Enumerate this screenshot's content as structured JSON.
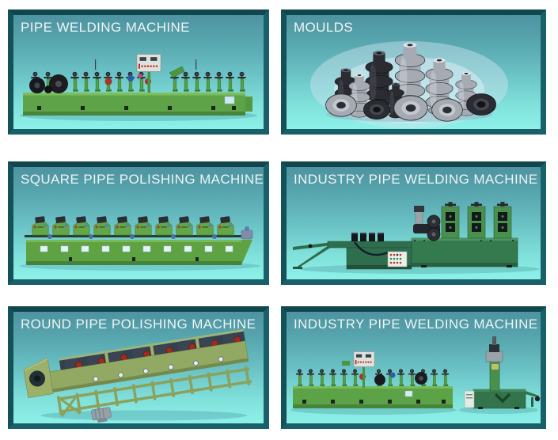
{
  "page": {
    "background_color": "#ffffff",
    "description": "Machinery product catalog grid"
  },
  "theme": {
    "frame_color": "#196068",
    "frame_dark_edge": "#11464e",
    "panel_gradient_top": "#4e93a1",
    "panel_gradient_bottom": "#8df1e9",
    "title_color": "#eef4f4",
    "machine_lime_green": "#5ea348",
    "machine_forest_green": "#2e6e4d",
    "machine_sage_green": "#92a963",
    "metal_silver": "#a6abb3",
    "metal_dark": "#2b2c32",
    "red_accent": "#c03227"
  },
  "panels": [
    {
      "id": "pipe-welding-machine",
      "title": "PIPE WELDING MACHINE",
      "image_name": "pipe-welding-machine-photo"
    },
    {
      "id": "moulds",
      "title": "MOULDS",
      "image_name": "moulds-photo"
    },
    {
      "id": "square-pipe-polishing-machine",
      "title": "SQUARE PIPE POLISHING MACHINE",
      "image_name": "square-pipe-polishing-machine-photo"
    },
    {
      "id": "industry-pipe-welding-machine-1",
      "title": "INDUSTRY PIPE WELDING MACHINE",
      "image_name": "industry-pipe-welding-machine-photo"
    },
    {
      "id": "round-pipe-polishing-machine",
      "title": "ROUND PIPE POLISHING MACHINE",
      "image_name": "round-pipe-polishing-machine-photo"
    },
    {
      "id": "industry-pipe-welding-machine-2",
      "title": "INDUSTRY PIPE WELDING MACHINE",
      "image_name": "industry-pipe-welding-machine-2-photo"
    }
  ]
}
